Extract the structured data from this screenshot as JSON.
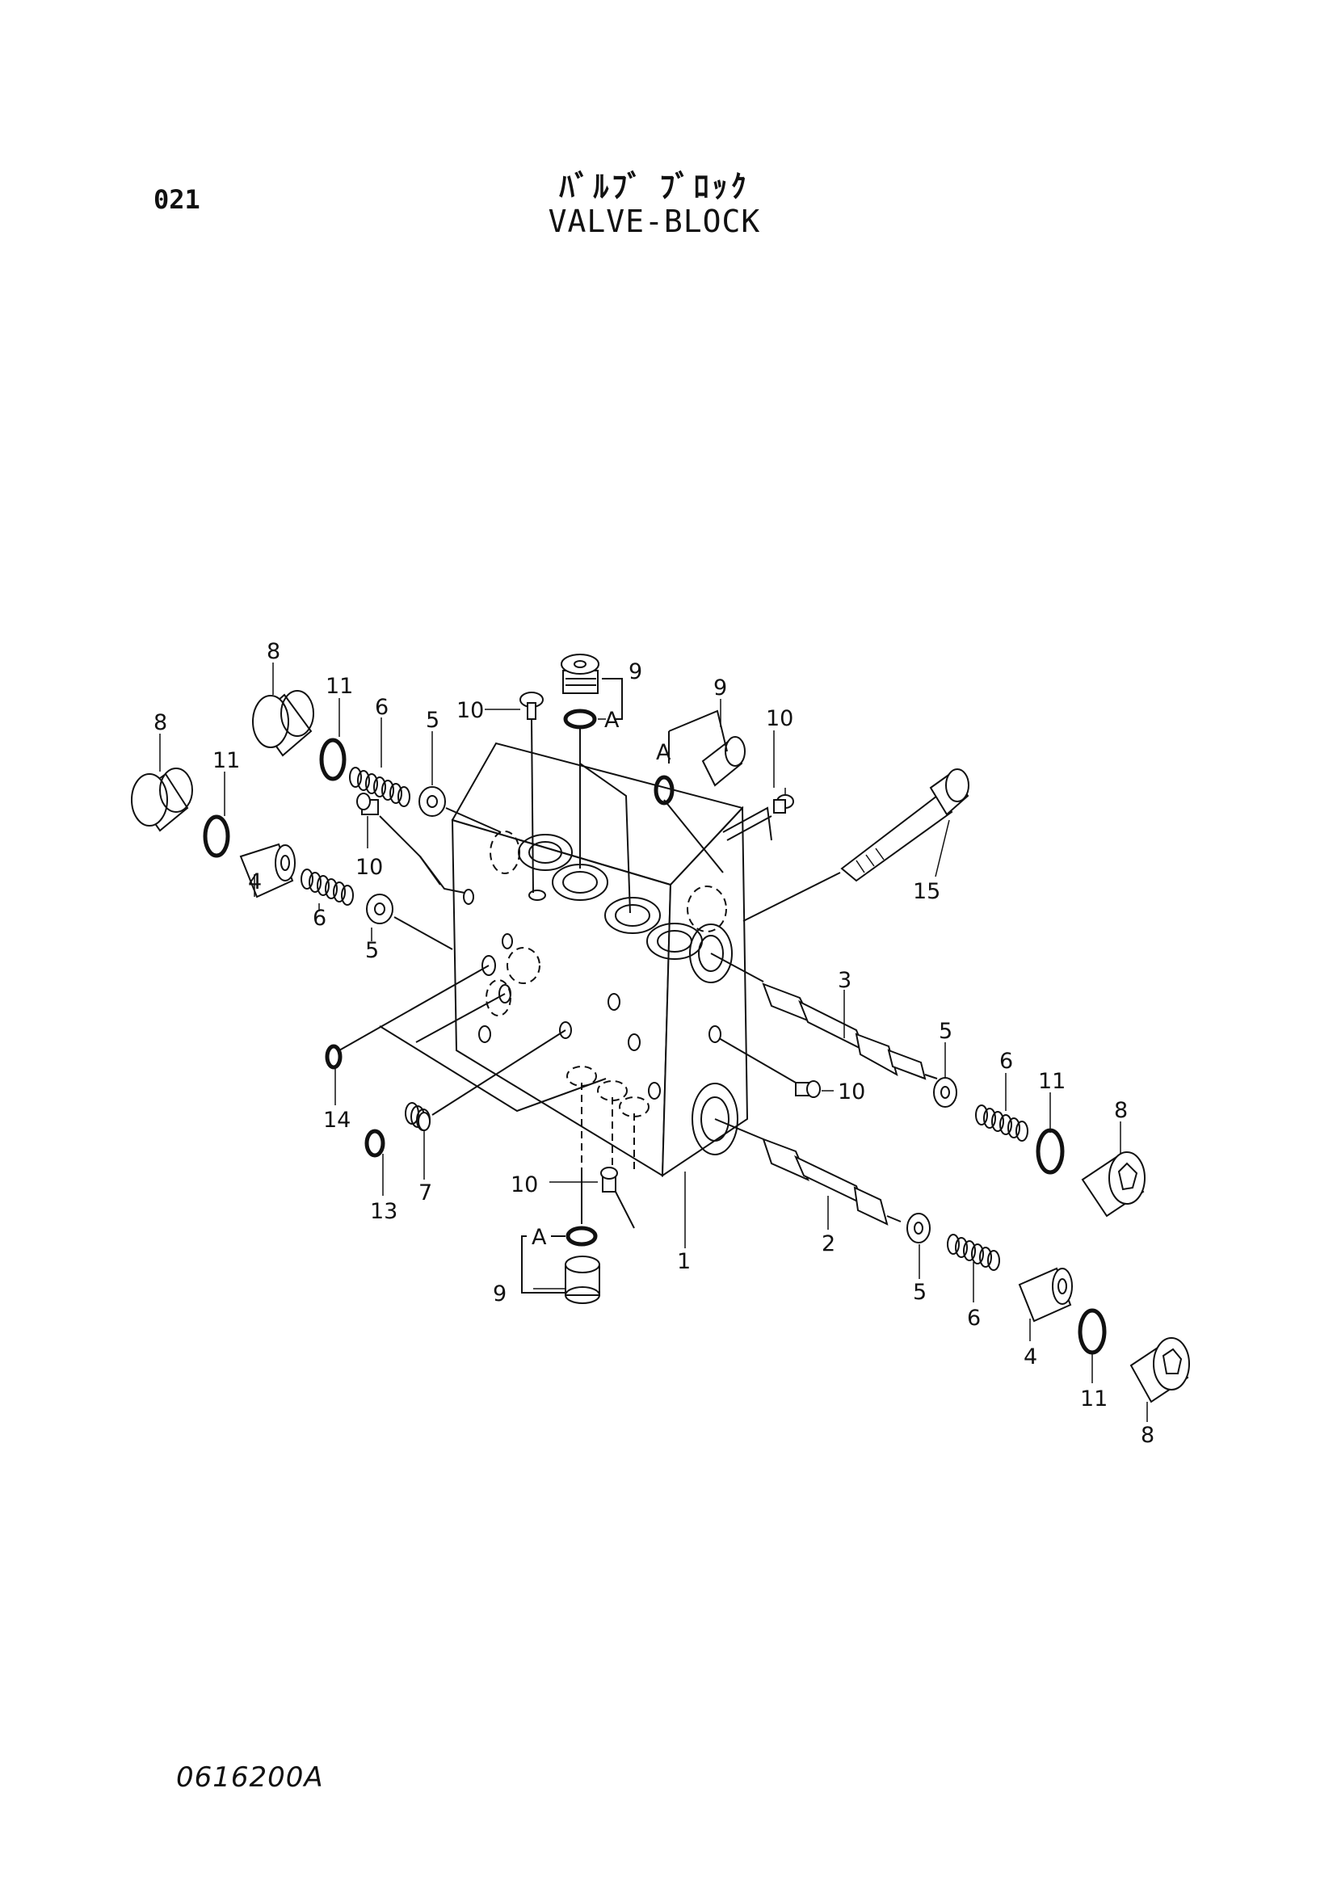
{
  "header": {
    "page_code": "021",
    "title_jp": "ﾊﾞﾙﾌﾞ ﾌﾞﾛｯｸ",
    "title_en": "VALVE-BLOCK"
  },
  "footer": {
    "drawing_number": "0616200A"
  },
  "callouts": {
    "c1": "1",
    "c2": "2",
    "c3": "3",
    "c4a": "4",
    "c4b": "4",
    "c5a": "5",
    "c5b": "5",
    "c5c": "5",
    "c5d": "5",
    "c6a": "6",
    "c6b": "6",
    "c6c": "6",
    "c6d": "6",
    "c7": "7",
    "c8a": "8",
    "c8b": "8",
    "c8c": "8",
    "c8d": "8",
    "c9a": "9",
    "c9b": "9",
    "c9c": "9",
    "c10a": "10",
    "c10b": "10",
    "c10c": "10",
    "c10d": "10",
    "c10e": "10",
    "c11a": "11",
    "c11b": "11",
    "c11c": "11",
    "c11d": "11",
    "c13": "13",
    "c14": "14",
    "c15": "15",
    "refA1": "A",
    "refA2": "A",
    "refA3": "A"
  }
}
